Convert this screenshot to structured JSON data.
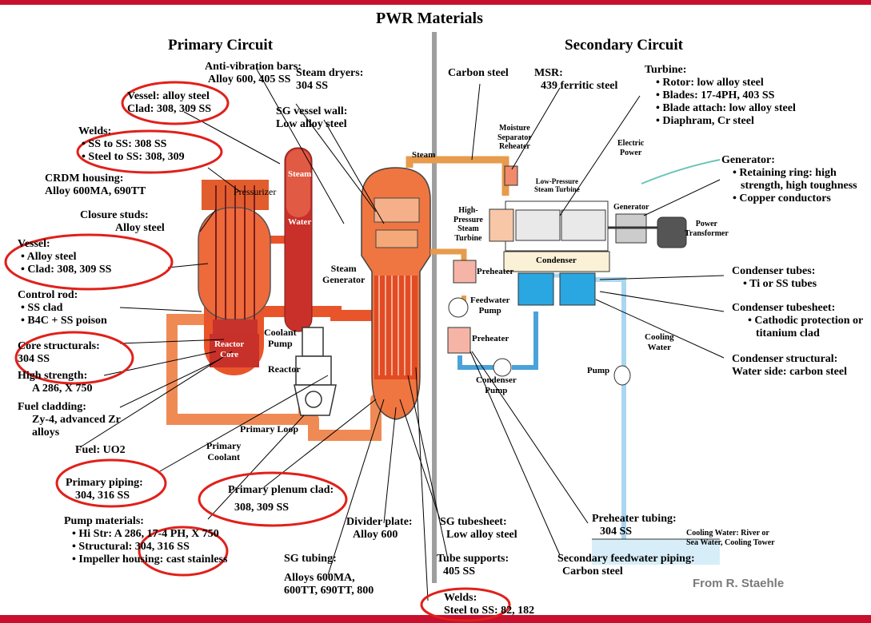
{
  "title": "PWR Materials",
  "primary_heading": "Primary Circuit",
  "secondary_heading": "Secondary Circuit",
  "credit": "From R. Staehle",
  "colors": {
    "accent_bar": "#c8102e",
    "pipe_hot": "#e8552a",
    "pipe_cool": "#f2a15e",
    "water": "#2aa6e0",
    "highlight": "#e0201a"
  },
  "labels": {
    "anti_vib": [
      "Anti-vibration bars:",
      "Alloy 600, 405 SS"
    ],
    "vessel_top": [
      "Vessel: alloy steel",
      "Clad: 308, 309 SS"
    ],
    "welds_top_title": "Welds:",
    "welds_top_items": [
      "SS to SS: 308 SS",
      "Steel to SS: 308, 309"
    ],
    "crdm": [
      "CRDM housing:",
      "Alloy 600MA, 690TT"
    ],
    "closure": [
      "Closure studs:",
      "Alloy steel"
    ],
    "vessel_title": "Vessel:",
    "vessel_items": [
      "Alloy steel",
      "Clad: 308, 309 SS"
    ],
    "control_title": "Control rod:",
    "control_items": [
      "SS clad",
      "B4C + SS poison"
    ],
    "core_struct": [
      "Core structurals:",
      "304 SS"
    ],
    "high_strength": [
      "High strength:",
      "A 286, X 750"
    ],
    "fuel_clad": [
      "Fuel cladding:",
      "Zy-4, advanced Zr",
      "alloys"
    ],
    "fuel": "Fuel: UO2",
    "primary_piping": [
      "Primary piping:",
      "304, 316 SS"
    ],
    "plenum": [
      "Primary plenum clad:",
      "308, 309 SS"
    ],
    "pump_title": "Pump materials:",
    "pump_items": [
      "Hi Str: A 286, 17-4 PH, X 750",
      "Structural: 304, 316 SS",
      "Impeller housing: cast stainless"
    ],
    "sg_tubing": [
      "SG tubing:",
      "Alloys 600MA,",
      "600TT, 690TT, 800"
    ],
    "divider": [
      "Divider plate:",
      "Alloy 600"
    ],
    "sg_tubesheet": [
      "SG tubesheet:",
      "Low alloy steel"
    ],
    "tube_supports": [
      "Tube supports:",
      "405 SS"
    ],
    "welds_bottom": [
      "Welds:",
      "Steel to SS: 82, 182"
    ],
    "steam_dryers": [
      "Steam dryers:",
      "304 SS"
    ],
    "sg_wall": [
      "SG vessel wall:",
      "Low alloy steel"
    ],
    "carbon_steel": "Carbon steel",
    "msr": [
      "MSR:",
      "439 ferritic steel"
    ],
    "turbine_title": "Turbine:",
    "turbine_items": [
      "Rotor: low alloy steel",
      "Blades: 17-4PH, 403 SS",
      "Blade attach: low alloy steel",
      "Diaphram, Cr steel"
    ],
    "generator_title": "Generator:",
    "generator_items": [
      "Retaining ring: high strength, high toughness",
      "Copper conductors"
    ],
    "cond_tubes_title": "Condenser tubes:",
    "cond_tubes_items": [
      "Ti or SS tubes"
    ],
    "cond_tubesheet_title": "Condenser tubesheet:",
    "cond_tubesheet_items": [
      "Cathodic protection or titanium clad"
    ],
    "cond_struct": [
      "Condenser structural:",
      "Water side: carbon steel"
    ],
    "preheater_tubing": [
      "Preheater tubing:",
      "304 SS"
    ],
    "feedwater_piping": [
      "Secondary feedwater piping:",
      "Carbon steel"
    ]
  },
  "diagram_text": {
    "pressurizer": "Pressurizer",
    "steam_label": "Steam",
    "water_label": "Water",
    "steam_generator": [
      "Steam",
      "Generator"
    ],
    "reactor_core": [
      "Reactor",
      "Core"
    ],
    "reactor": "Reactor",
    "coolant_pump": [
      "Coolant",
      "Pump"
    ],
    "primary_loop": "Primary Loop",
    "primary_coolant": [
      "Primary",
      "Coolant"
    ],
    "steam_pipe": "Steam",
    "moisture": [
      "Moisture",
      "Separator",
      "Reheater"
    ],
    "lp_turbine": [
      "Low-Pressure",
      "Steam Turbine"
    ],
    "hp_turbine": [
      "High-",
      "Pressure",
      "Steam",
      "Turbine"
    ],
    "electric_power": [
      "Electric",
      "Power"
    ],
    "generator_small": "Generator",
    "power_transformer": [
      "Power",
      "Transformer"
    ],
    "condenser": "Condenser",
    "preheater": "Preheater",
    "feedwater_pump": [
      "Feedwater",
      "Pump"
    ],
    "condenser_pump": [
      "Condenser",
      "Pump"
    ],
    "pump": "Pump",
    "cooling_water": [
      "Cooling",
      "Water"
    ],
    "cooling_source": [
      "Cooling Water: River or",
      "Sea Water, Cooling Tower"
    ]
  }
}
